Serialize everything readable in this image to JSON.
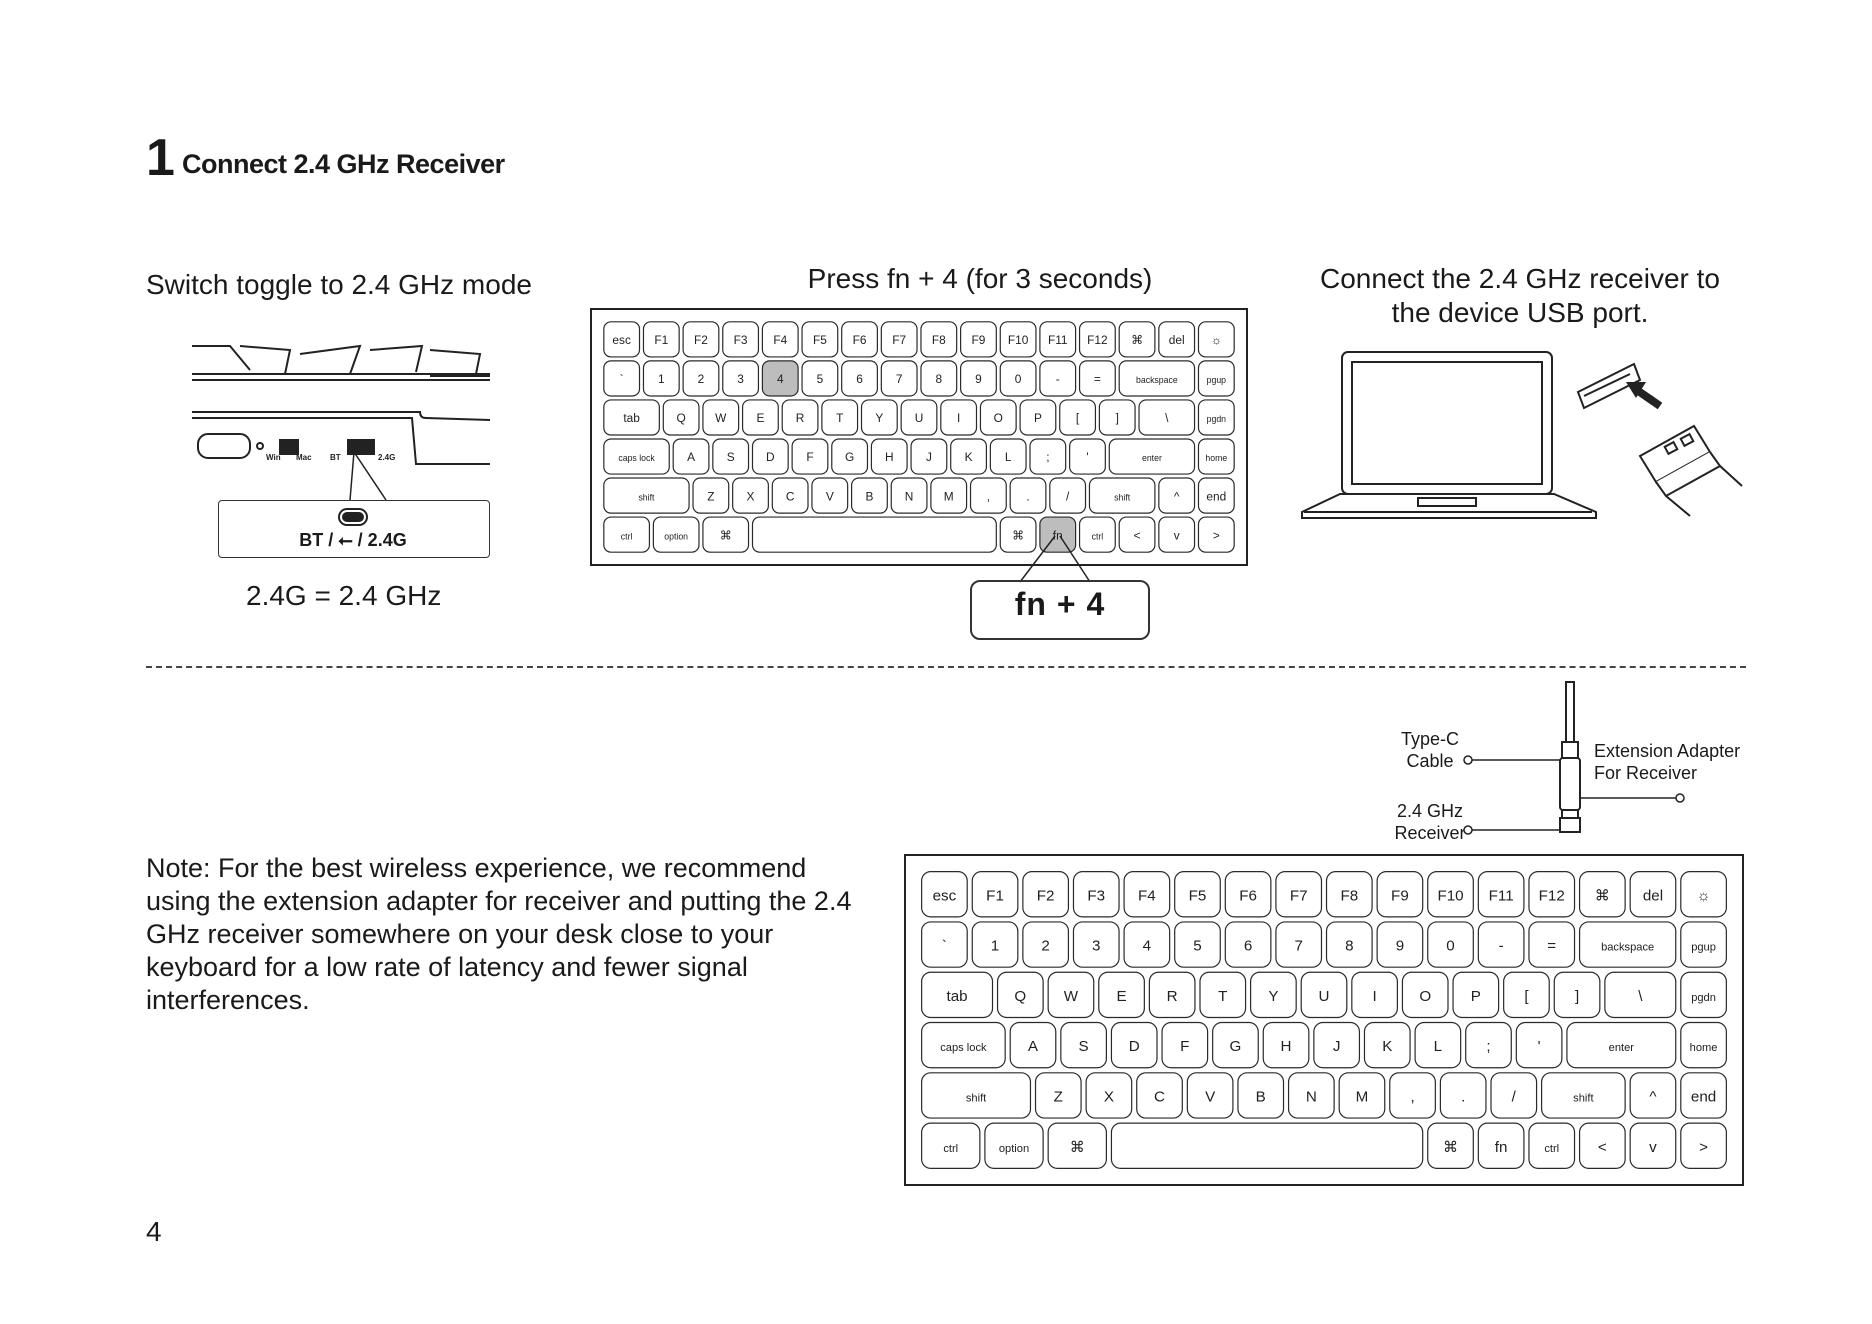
{
  "header": {
    "step_number": "1",
    "title": "Connect 2.4 GHz Receiver"
  },
  "panel_toggle": {
    "caption": "Switch toggle to 2.4 GHz mode",
    "switch_label": "BT / ⭠ / 2.4G",
    "footnote": "2.4G = 2.4 GHz"
  },
  "panel_keys": {
    "caption": "Press fn + 4 (for 3 seconds)",
    "callout": "fn  +  4"
  },
  "panel_usb": {
    "caption_line1": "Connect the 2.4 GHz receiver to",
    "caption_line2": "the device USB port."
  },
  "note": "Note: For the best wireless experience, we recommend using the extension adapter for receiver and putting the 2.4 GHz receiver somewhere on your desk close to your keyboard for a low rate of latency and fewer signal interferences.",
  "cable_labels": {
    "typec_line1": "Type-C",
    "typec_line2": "Cable",
    "receiver_line1": "2.4 GHz",
    "receiver_line2": "Receiver",
    "adapter_line1": "Extension Adapter",
    "adapter_line2": "For Receiver"
  },
  "page_number": "4",
  "keyboard": {
    "rows": [
      [
        [
          "esc",
          1
        ],
        [
          "F1",
          1
        ],
        [
          "F2",
          1
        ],
        [
          "F3",
          1
        ],
        [
          "F4",
          1
        ],
        [
          "F5",
          1
        ],
        [
          "F6",
          1
        ],
        [
          "F7",
          1
        ],
        [
          "F8",
          1
        ],
        [
          "F9",
          1
        ],
        [
          "F10",
          1
        ],
        [
          "F11",
          1
        ],
        [
          "F12",
          1
        ],
        [
          "⌘",
          1
        ],
        [
          "del",
          1
        ],
        [
          "☼",
          1
        ]
      ],
      [
        [
          "`",
          1
        ],
        [
          "1",
          1
        ],
        [
          "2",
          1
        ],
        [
          "3",
          1
        ],
        [
          "4",
          1
        ],
        [
          "5",
          1
        ],
        [
          "6",
          1
        ],
        [
          "7",
          1
        ],
        [
          "8",
          1
        ],
        [
          "9",
          1
        ],
        [
          "0",
          1
        ],
        [
          "-",
          1
        ],
        [
          "=",
          1
        ],
        [
          "backspace",
          2
        ],
        [
          "pgup",
          1
        ]
      ],
      [
        [
          "tab",
          1.5
        ],
        [
          "Q",
          1
        ],
        [
          "W",
          1
        ],
        [
          "E",
          1
        ],
        [
          "R",
          1
        ],
        [
          "T",
          1
        ],
        [
          "Y",
          1
        ],
        [
          "U",
          1
        ],
        [
          "I",
          1
        ],
        [
          "O",
          1
        ],
        [
          "P",
          1
        ],
        [
          "[",
          1
        ],
        [
          "]",
          1
        ],
        [
          "\\",
          1.5
        ],
        [
          "pgdn",
          1
        ]
      ],
      [
        [
          "caps lock",
          1.75
        ],
        [
          "A",
          1
        ],
        [
          "S",
          1
        ],
        [
          "D",
          1
        ],
        [
          "F",
          1
        ],
        [
          "G",
          1
        ],
        [
          "H",
          1
        ],
        [
          "J",
          1
        ],
        [
          "K",
          1
        ],
        [
          "L",
          1
        ],
        [
          ";",
          1
        ],
        [
          "'",
          1
        ],
        [
          "enter",
          2.25
        ],
        [
          "home",
          1
        ]
      ],
      [
        [
          "shift",
          2.25
        ],
        [
          "Z",
          1
        ],
        [
          "X",
          1
        ],
        [
          "C",
          1
        ],
        [
          "V",
          1
        ],
        [
          "B",
          1
        ],
        [
          "N",
          1
        ],
        [
          "M",
          1
        ],
        [
          ",",
          1
        ],
        [
          ".",
          1
        ],
        [
          "/",
          1
        ],
        [
          "shift",
          1.75
        ],
        [
          "^",
          1
        ],
        [
          "end",
          1
        ]
      ],
      [
        [
          "ctrl",
          1.25
        ],
        [
          "option",
          1.25
        ],
        [
          "⌘",
          1.25
        ],
        [
          "",
          6.25
        ],
        [
          "⌘",
          1
        ],
        [
          "fn",
          1
        ],
        [
          "ctrl",
          1
        ],
        [
          "<",
          1
        ],
        [
          "v",
          1
        ],
        [
          ">",
          1
        ]
      ]
    ],
    "highlight_top": [
      "4",
      "fn"
    ]
  },
  "colors": {
    "line": "#2a2a2a",
    "highlight": "#bdbdbd"
  }
}
